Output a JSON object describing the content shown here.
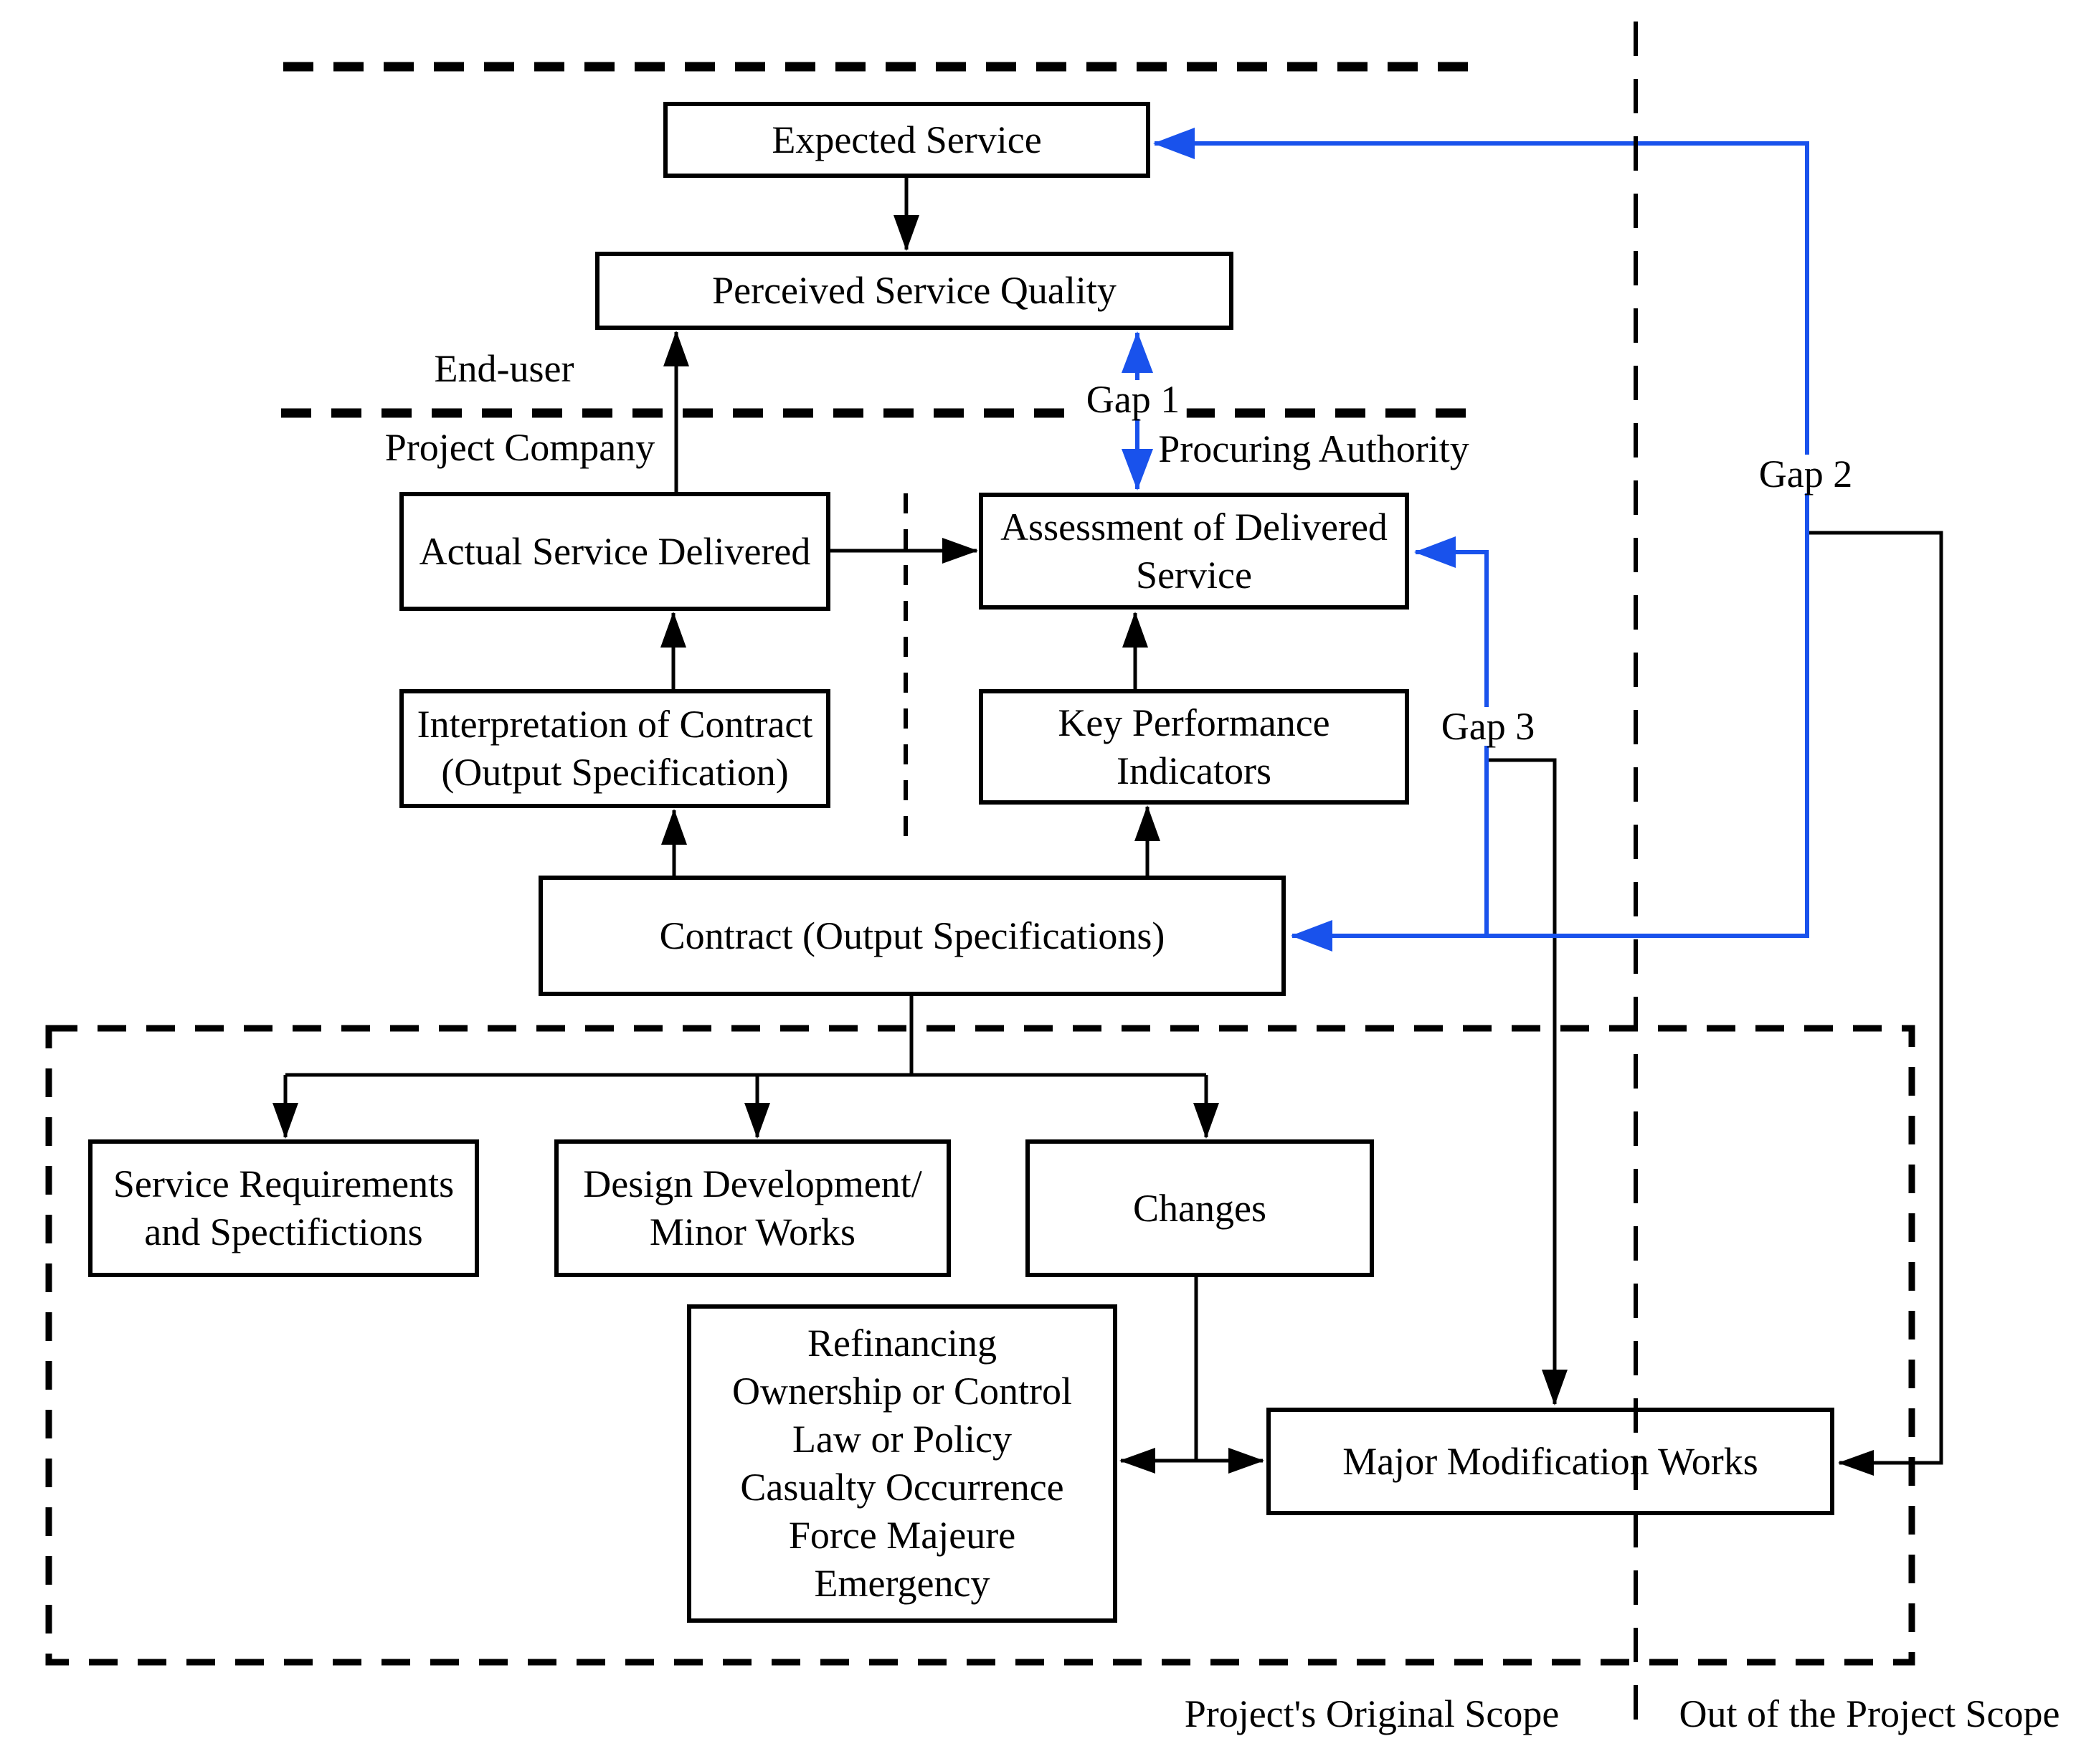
{
  "colors": {
    "accent_blue": "#1952ec",
    "line_black": "#000000"
  },
  "boxes": {
    "expected_service": {
      "label": "Expected Service"
    },
    "perceived_service_quality": {
      "label": "Perceived Service Quality"
    },
    "actual_service_delivered": {
      "label": "Actual Service Delivered"
    },
    "assessment_of_delivered_service": {
      "line1": "Assessment of Delivered",
      "line2": "Service"
    },
    "interpretation_of_contract": {
      "line1": "Interpretation of Contract",
      "line2": "(Output Specification)"
    },
    "key_performance_indicators": {
      "line1": "Key Performance",
      "line2": "Indicators"
    },
    "contract": {
      "label": "Contract (Output Specifications)"
    },
    "service_requirements": {
      "line1": "Service Requirements",
      "line2": "and  Spectifictions"
    },
    "design_development": {
      "line1": "Design Development/",
      "line2": "Minor Works"
    },
    "changes": {
      "label": "Changes"
    },
    "refinancing": {
      "line1": "Refinancing",
      "line2": "Ownership or Control",
      "line3": "Law or Policy",
      "line4": "Casualty Occurrence",
      "line5": "Force Majeure",
      "line6": "Emergency"
    },
    "major_modification_works": {
      "label": "Major Modification Works"
    }
  },
  "labels": {
    "end_user": "End-user",
    "project_company": "Project Company",
    "procuring_authority": "Procuring Authority",
    "gap1": "Gap 1",
    "gap2": "Gap 2",
    "gap3": "Gap 3",
    "project_original_scope": "Project's Original Scope",
    "out_of_project_scope": "Out of the Project Scope"
  }
}
